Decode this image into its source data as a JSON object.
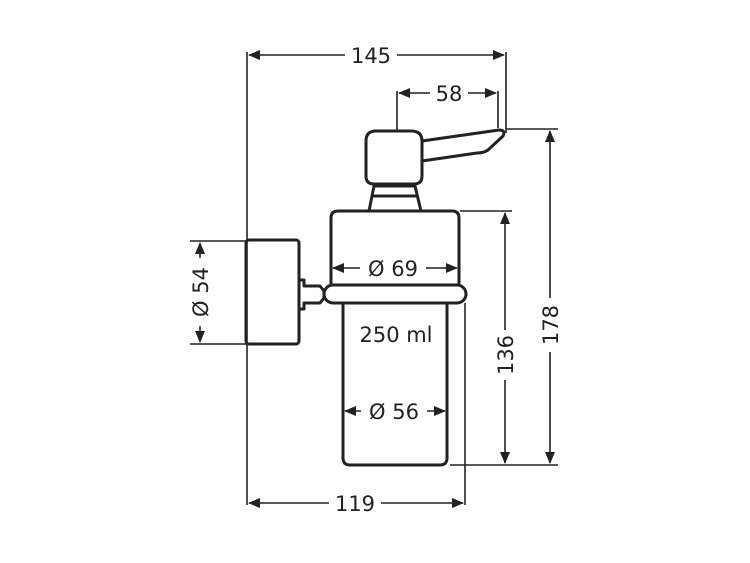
{
  "dimensions": {
    "overall_width": "145",
    "lever_offset": "58",
    "overall_height": "178",
    "container_height": "136",
    "wall_depth": "119",
    "wall_plate_diameter": "Ø 54",
    "ring_diameter": "Ø 69",
    "container_diameter": "Ø 56"
  },
  "container": {
    "capacity": "250 ml"
  }
}
